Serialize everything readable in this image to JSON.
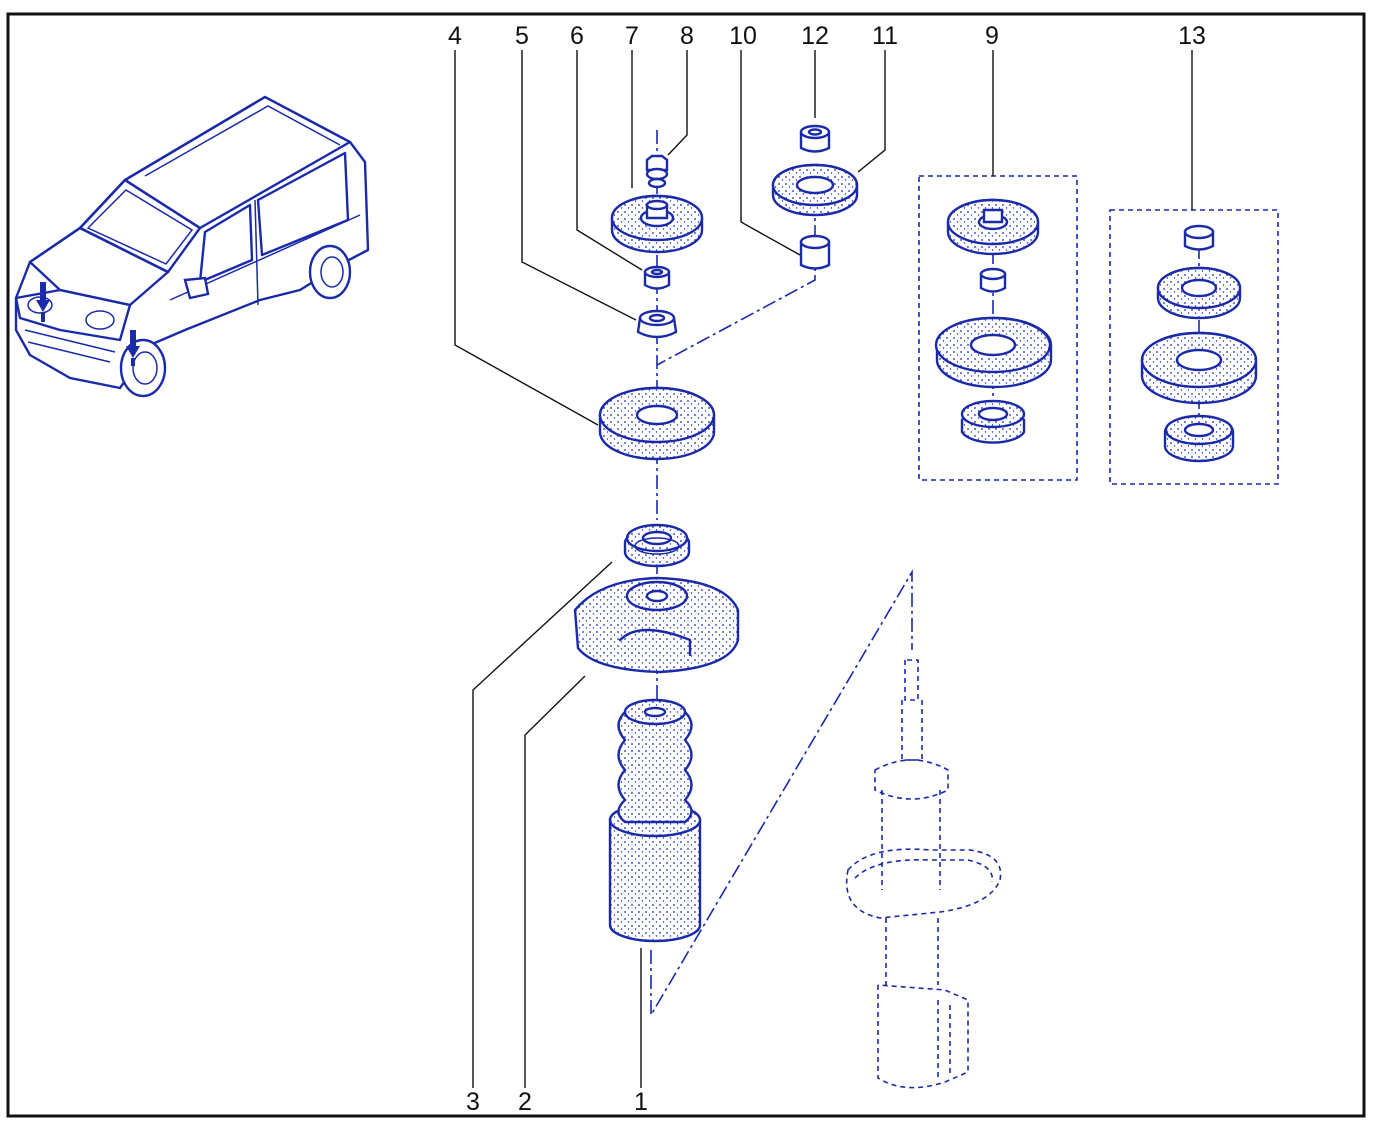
{
  "diagram": {
    "ink_color": "#1a2aa8",
    "callouts": {
      "c1": "1",
      "c2": "2",
      "c3": "3",
      "c4": "4",
      "c5": "5",
      "c6": "6",
      "c7": "7",
      "c8": "8",
      "c9": "9",
      "c10": "10",
      "c11": "11",
      "c12": "12",
      "c13": "13"
    }
  }
}
